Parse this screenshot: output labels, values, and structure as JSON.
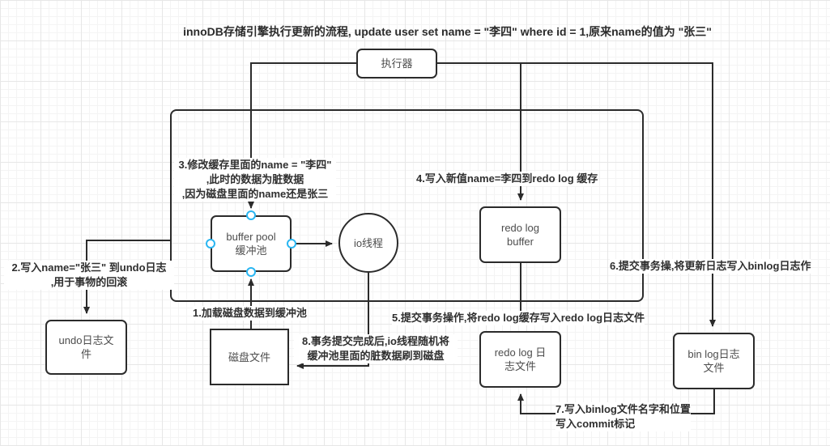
{
  "title": "innoDB存储引擎执行更新的流程, update user set name = \"李四\"  where id = 1,原来name的值为 \"张三\"",
  "colors": {
    "stroke": "#2b2b2b",
    "node_text": "#4d4d4d",
    "note_text": "#2f2f2f",
    "connection_point": "#29b6f2",
    "grid_minor": "#f4f4f4",
    "grid_major": "#e7e7e7"
  },
  "nodes": {
    "executor": {
      "lines": [
        "执行器"
      ]
    },
    "buffer_pool": {
      "lines": [
        "buffer pool",
        "缓冲池"
      ]
    },
    "io_thread": {
      "lines": [
        "io线程"
      ]
    },
    "redo_log_buffer": {
      "lines": [
        "redo log",
        "buffer"
      ]
    },
    "undo_log_file": {
      "lines": [
        "undo日志文",
        "件"
      ]
    },
    "disk_file": {
      "lines": [
        "磁盘文件"
      ]
    },
    "redo_log_file": {
      "lines": [
        "redo log 日",
        "志文件"
      ]
    },
    "bin_log_file": {
      "lines": [
        "bin log日志",
        "文件"
      ]
    }
  },
  "annotations": {
    "step1": {
      "lines": [
        "1.加载磁盘数据到缓冲池"
      ]
    },
    "step2": {
      "lines": [
        "2.写入name=\"张三\" 到undo日志",
        ",用于事物的回滚"
      ]
    },
    "step3": {
      "lines": [
        "3.修改缓存里面的name = \"李四\"",
        ",此时的数据为脏数据",
        ",因为磁盘里面的name还是张三"
      ]
    },
    "step4": {
      "lines": [
        "4.写入新值name=李四到redo log 缓存"
      ]
    },
    "step5": {
      "lines": [
        "5.提交事务操作,将redo log缓存写入redo log日志文件"
      ]
    },
    "step6": {
      "lines": [
        "6.提交事务操,将更新日志写入binlog日志作"
      ]
    },
    "step7": {
      "lines": [
        "7.写入binlog文件名字和位置",
        "写入commit标记"
      ]
    },
    "step8": {
      "lines": [
        "8.事务提交完成后,io线程随机将",
        "缓冲池里面的脏数据刷到磁盘"
      ]
    }
  }
}
